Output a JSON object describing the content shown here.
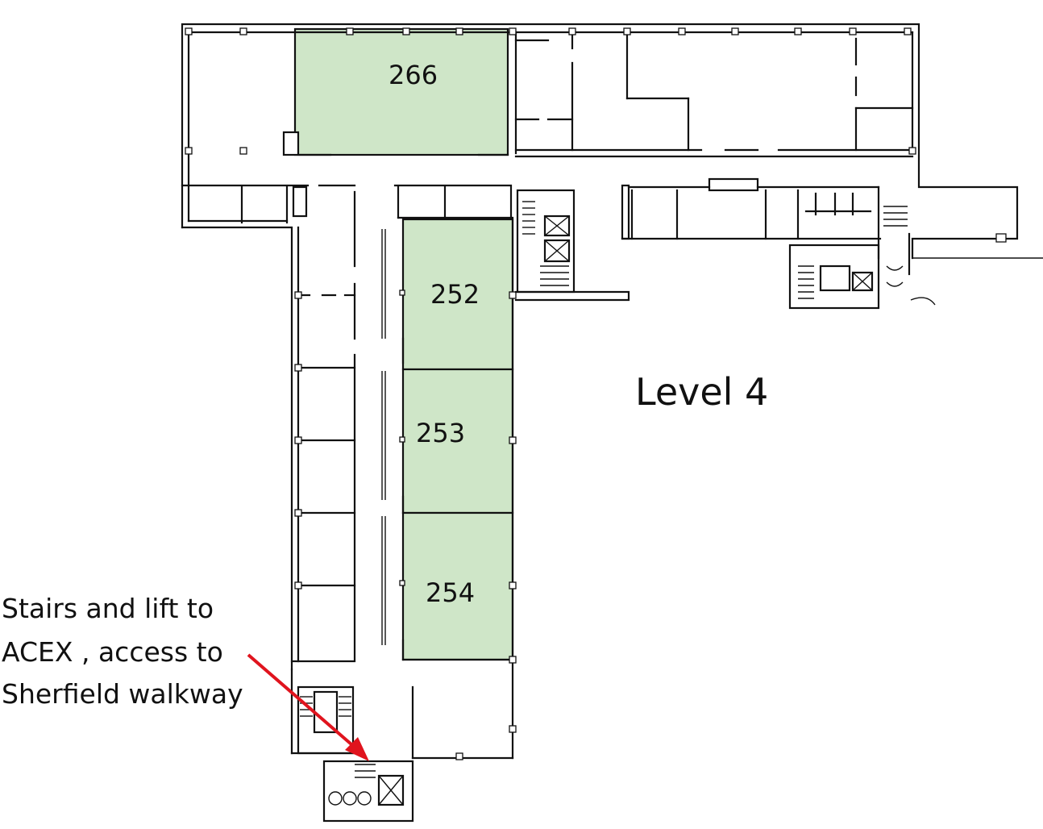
{
  "map": {
    "level_label": "Level 4",
    "highlight_color": "#cfe6c8",
    "arrow_color": "#e0141e",
    "rooms": [
      {
        "id": "266",
        "label": "266",
        "highlighted": true
      },
      {
        "id": "252",
        "label": "252",
        "highlighted": true
      },
      {
        "id": "253",
        "label": "253",
        "highlighted": true
      },
      {
        "id": "254",
        "label": "254",
        "highlighted": true
      }
    ],
    "annotation": {
      "lines": [
        "Stairs and lift to",
        "ACEX , access to",
        "Sherfield walkway"
      ]
    },
    "icons": [
      "stairs-icon",
      "lift-icon",
      "arrow-icon"
    ]
  }
}
